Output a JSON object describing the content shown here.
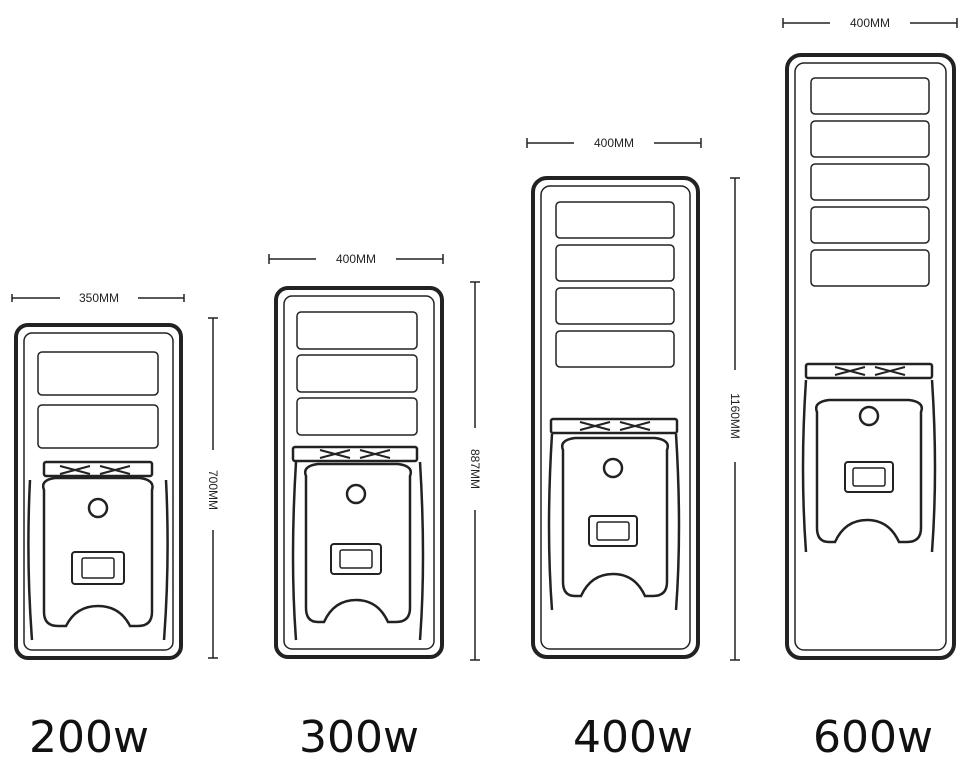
{
  "products": [
    {
      "id": "p200",
      "power_label": "200w",
      "width_label": "350MM",
      "height_label": "700MM",
      "panel_cells": 2
    },
    {
      "id": "p300",
      "power_label": "300w",
      "width_label": "400MM",
      "height_label": "887MM",
      "panel_cells": 3
    },
    {
      "id": "p400",
      "power_label": "400w",
      "width_label": "400MM",
      "height_label": "1160MM",
      "panel_cells": 4
    },
    {
      "id": "p600",
      "power_label": "600w",
      "width_label": "400MM",
      "height_label": "",
      "panel_cells": 5
    }
  ]
}
